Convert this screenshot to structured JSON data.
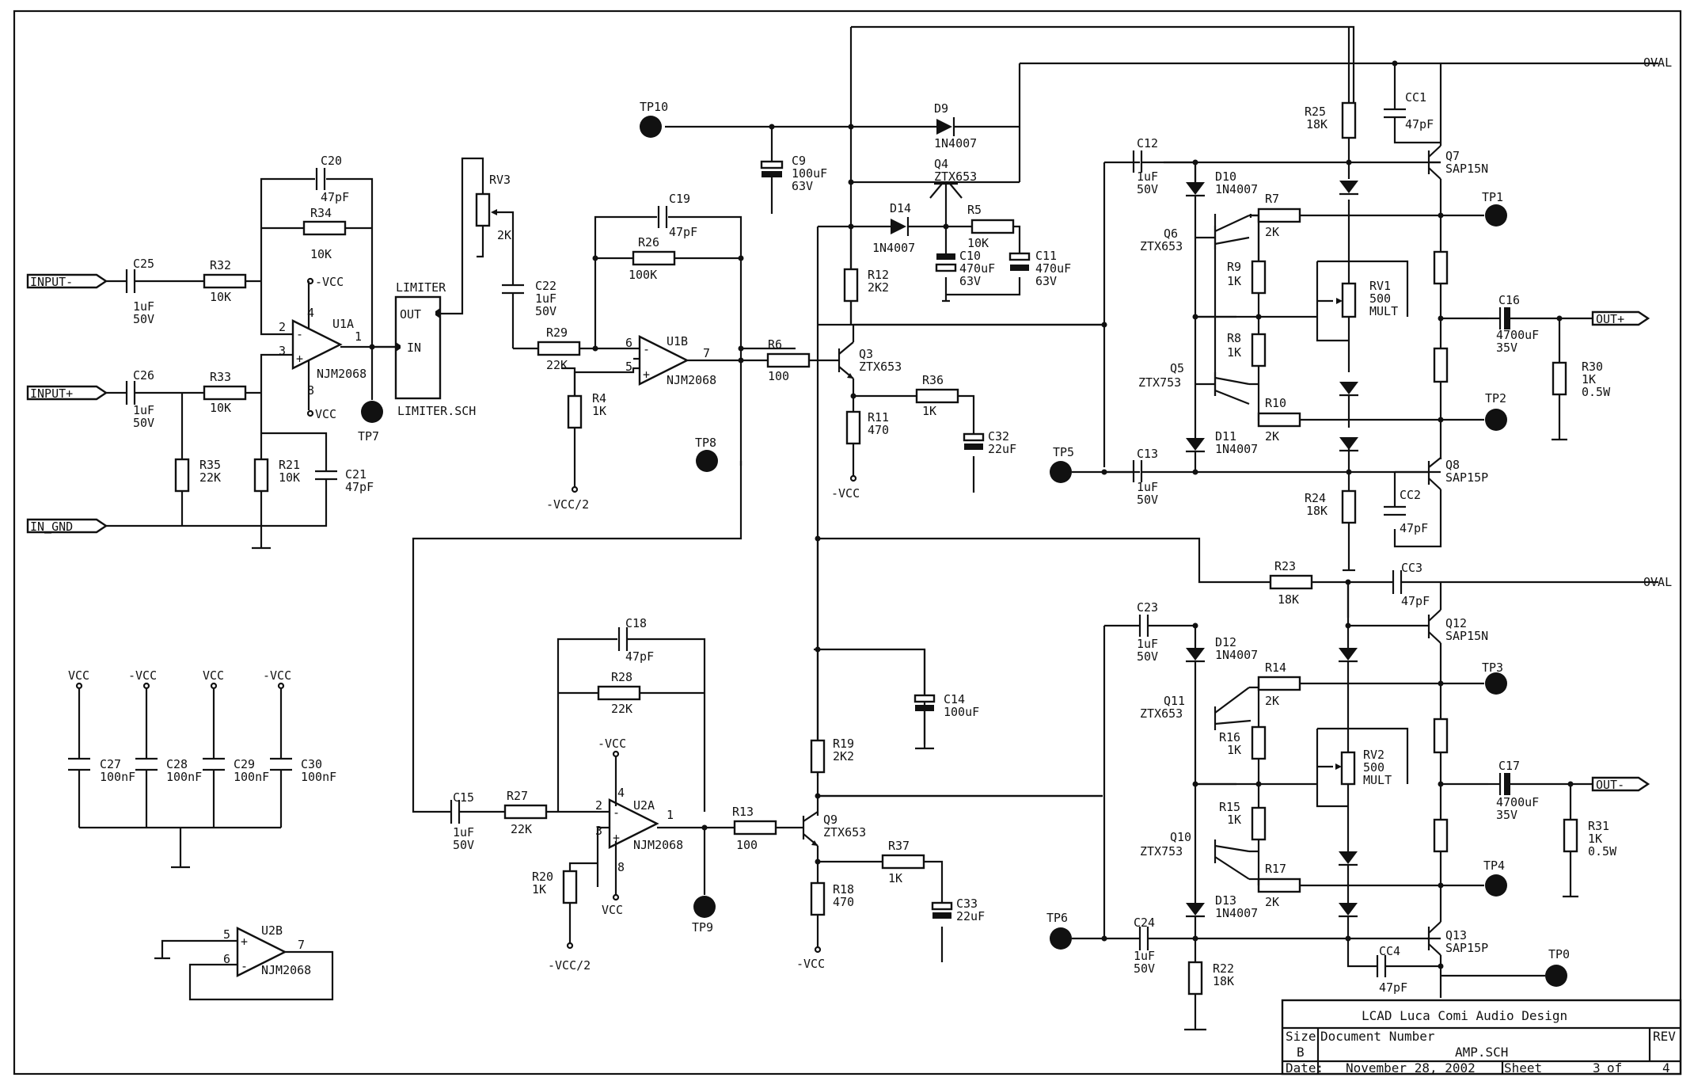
{
  "ports": {
    "input_minus": "INPUT-",
    "input_plus": "INPUT+",
    "in_gnd": "IN_GND",
    "out_plus": "OUT+",
    "out_minus": "OUT-",
    "oval_top": "OVAL",
    "oval_bottom": "OVAL"
  },
  "opamps": {
    "u1a": {
      "ref": "U1A",
      "part": "NJM2068",
      "pin_minus": "2",
      "pin_plus": "3",
      "pin_out": "1",
      "pin_v": "4",
      "pin_g": "8",
      "rail_top": "-VCC",
      "rail_bottom": "VCC"
    },
    "u1b": {
      "ref": "U1B",
      "part": "NJM2068",
      "pin_minus": "6",
      "pin_plus": "5",
      "pin_out": "7"
    },
    "u2a": {
      "ref": "U2A",
      "part": "NJM2068",
      "pin_minus": "2",
      "pin_plus": "3",
      "pin_out": "1",
      "pin_v": "4",
      "pin_g": "8",
      "rail_top": "-VCC",
      "rail_bottom": "VCC"
    },
    "u2b": {
      "ref": "U2B",
      "part": "NJM2068",
      "pin_plus": "5",
      "pin_minus": "6",
      "pin_out": "7"
    }
  },
  "limiter": {
    "title": "LIMITER",
    "out": "OUT",
    "in": "IN",
    "file": "LIMITER.SCH"
  },
  "rails": {
    "vcc": "VCC",
    "mvcc": "-VCC",
    "mvcc2": "-VCC/2"
  },
  "test_points": {
    "tp0": "TP0",
    "tp1": "TP1",
    "tp2": "TP2",
    "tp3": "TP3",
    "tp4": "TP4",
    "tp5": "TP5",
    "tp6": "TP6",
    "tp7": "TP7",
    "tp8": "TP8",
    "tp9": "TP9",
    "tp10": "TP10"
  },
  "components": {
    "C20": [
      "C20",
      "47pF"
    ],
    "R34": [
      "R34",
      "10K"
    ],
    "C25": [
      "C25",
      "1uF",
      "50V"
    ],
    "R32": [
      "R32",
      "10K"
    ],
    "C26": [
      "C26",
      "1uF",
      "50V"
    ],
    "R33": [
      "R33",
      "10K"
    ],
    "R35": [
      "R35",
      "22K"
    ],
    "R21": [
      "R21",
      "10K"
    ],
    "C21": [
      "C21",
      "47pF"
    ],
    "RV3": [
      "RV3",
      "2K"
    ],
    "C22": [
      "C22",
      "1uF",
      "50V"
    ],
    "C19": [
      "C19",
      "47pF"
    ],
    "R26": [
      "R26",
      "100K"
    ],
    "R29": [
      "R29",
      "22K"
    ],
    "R4": [
      "R4",
      "1K"
    ],
    "R6": [
      "R6",
      "100"
    ],
    "Q3": [
      "Q3",
      "ZTX653"
    ],
    "R36": [
      "R36",
      "1K"
    ],
    "C32": [
      "C32",
      "22uF"
    ],
    "R11": [
      "R11",
      "470"
    ],
    "R12": [
      "R12",
      "2K2"
    ],
    "D9": [
      "D9",
      "1N4007"
    ],
    "C9": [
      "C9",
      "100uF",
      "63V"
    ],
    "Q4": [
      "Q4",
      "ZTX653"
    ],
    "D14": [
      "D14",
      "1N4007"
    ],
    "R5": [
      "R5",
      "10K"
    ],
    "C10": [
      "C10",
      "470uF",
      "63V"
    ],
    "C11": [
      "C11",
      "470uF",
      "63V"
    ],
    "R25": [
      "R25",
      "18K"
    ],
    "CC1": [
      "CC1",
      "47pF"
    ],
    "Q7": [
      "Q7",
      "SAP15N"
    ],
    "C12": [
      "C12",
      "1uF",
      "50V"
    ],
    "D10": [
      "D10",
      "1N4007"
    ],
    "Q6": [
      "Q6",
      "ZTX653"
    ],
    "R7": [
      "R7",
      "2K"
    ],
    "R9": [
      "R9",
      "1K"
    ],
    "RV1": [
      "RV1",
      "500",
      "MULT"
    ],
    "R8": [
      "R8",
      "1K"
    ],
    "C16": [
      "C16",
      "4700uF",
      "35V"
    ],
    "R30": [
      "R30",
      "1K",
      "0.5W"
    ],
    "Q5": [
      "Q5",
      "ZTX753"
    ],
    "R10": [
      "R10",
      "2K"
    ],
    "D11": [
      "D11",
      "1N4007"
    ],
    "C13": [
      "C13",
      "1uF",
      "50V"
    ],
    "Q8": [
      "Q8",
      "SAP15P"
    ],
    "R24": [
      "R24",
      "18K"
    ],
    "CC2": [
      "CC2",
      "47pF"
    ],
    "R23": [
      "R23",
      "18K"
    ],
    "CC3": [
      "CC3",
      "47pF"
    ],
    "C23": [
      "C23",
      "1uF",
      "50V"
    ],
    "D12": [
      "D12",
      "1N4007"
    ],
    "Q12": [
      "Q12",
      "SAP15N"
    ],
    "R14": [
      "R14",
      "2K"
    ],
    "Q11": [
      "Q11",
      "ZTX653"
    ],
    "R16": [
      "R16",
      "1K"
    ],
    "RV2": [
      "RV2",
      "500",
      "MULT"
    ],
    "C17": [
      "C17",
      "4700uF",
      "35V"
    ],
    "R15": [
      "R15",
      "1K"
    ],
    "R31": [
      "R31",
      "1K",
      "0.5W"
    ],
    "Q10": [
      "Q10",
      "ZTX753"
    ],
    "R17": [
      "R17",
      "2K"
    ],
    "D13": [
      "D13",
      "1N4007"
    ],
    "C24": [
      "C24",
      "1uF",
      "50V"
    ],
    "Q13": [
      "Q13",
      "SAP15P"
    ],
    "CC4": [
      "CC4",
      "47pF"
    ],
    "R22": [
      "R22",
      "18K"
    ],
    "C14": [
      "C14",
      "100uF"
    ],
    "R19": [
      "R19",
      "2K2"
    ],
    "C18": [
      "C18",
      "47pF"
    ],
    "R28": [
      "R28",
      "22K"
    ],
    "C15": [
      "C15",
      "1uF",
      "50V"
    ],
    "R27": [
      "R27",
      "22K"
    ],
    "R20": [
      "R20",
      "1K"
    ],
    "R13": [
      "R13",
      "100"
    ],
    "Q9": [
      "Q9",
      "ZTX653"
    ],
    "R37": [
      "R37",
      "1K"
    ],
    "C33": [
      "C33",
      "22uF"
    ],
    "R18": [
      "R18",
      "470"
    ],
    "C27": [
      "C27",
      "100nF"
    ],
    "C28": [
      "C28",
      "100nF"
    ],
    "C29": [
      "C29",
      "100nF"
    ],
    "C30": [
      "C30",
      "100nF"
    ]
  },
  "title_block": {
    "company": "LCAD Luca Comi Audio Design",
    "size_label": "Size",
    "size": "B",
    "doc_label": "Document Number",
    "doc": "AMP.SCH",
    "rev_label": "REV",
    "date_label": "Date:",
    "date": "November 28, 2002",
    "sheet_label": "Sheet",
    "sheet": "3",
    "of_label": "of",
    "total": "4"
  }
}
